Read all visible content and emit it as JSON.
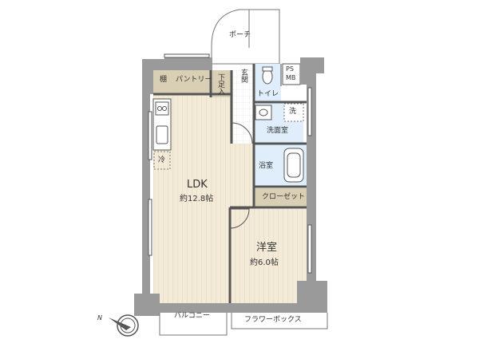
{
  "rooms": {
    "ldk": {
      "name": "LDK",
      "size": "約12.8帖"
    },
    "western": {
      "name": "洋室",
      "size": "約6.0帖"
    },
    "pantry": "パントリー",
    "shelf": "棚",
    "shoe_box": "下足入",
    "entrance": "玄関",
    "toilet": "トイレ",
    "washroom": "洗面室",
    "laundry": "洗",
    "bathroom": "浴室",
    "closet": "クローゼット",
    "fridge": "冷",
    "porch": "ポーチ",
    "ps": "PS",
    "mb": "MB",
    "balcony": "バルコニー",
    "flower_box": "フラワーボックス"
  },
  "compass": {
    "label": "N"
  },
  "colors": {
    "wall": "#9a9a9a",
    "floor_wood": "#f3ead8",
    "storage": "#d9cfb4",
    "wet_area": "#dfeefa",
    "closet": "#d9cfb4"
  }
}
